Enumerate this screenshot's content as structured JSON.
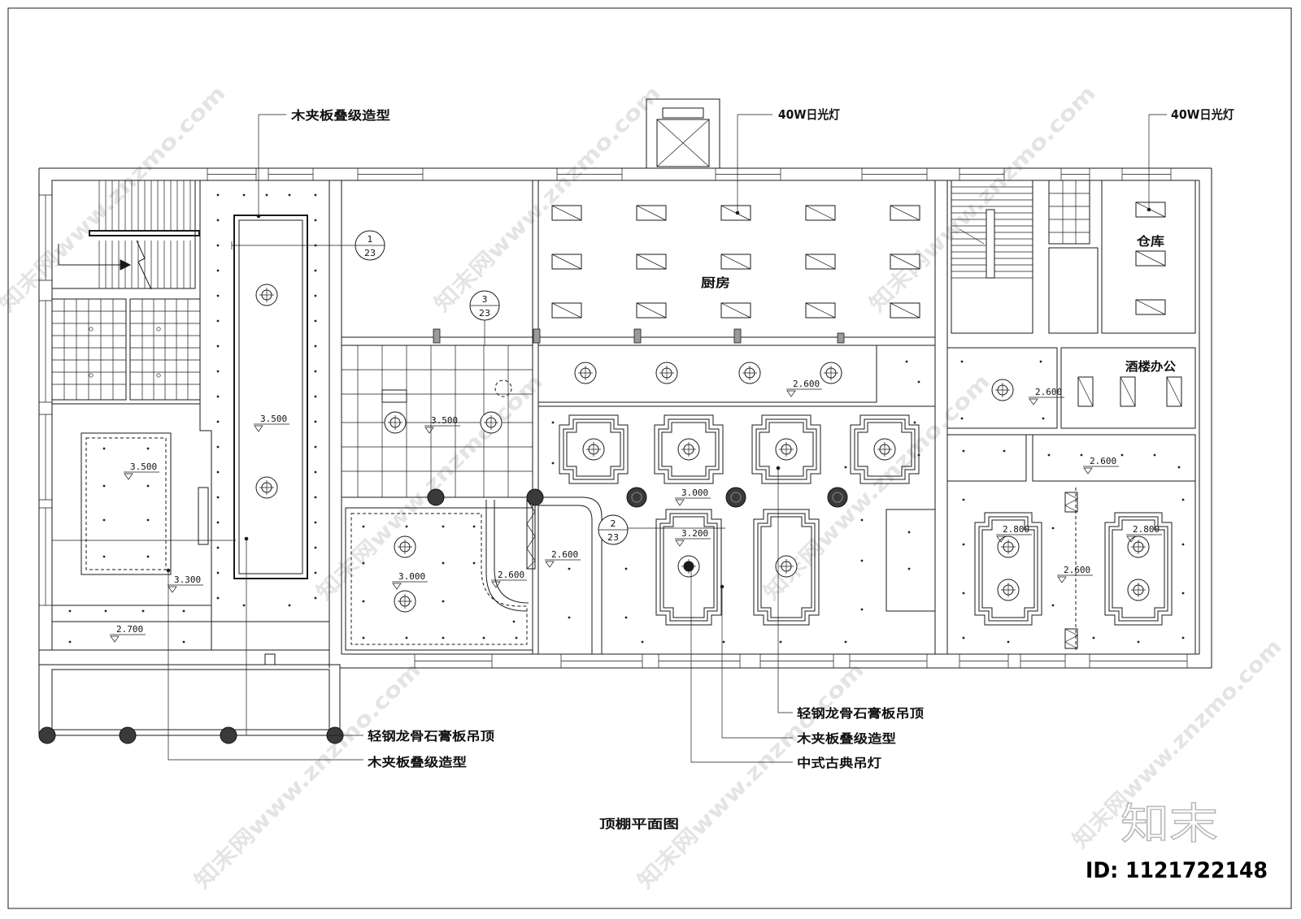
{
  "drawing": {
    "title": "顶棚平面图",
    "rooms": {
      "kitchen": "厨房",
      "storage": "仓库",
      "office": "酒楼办公"
    },
    "callouts": {
      "top_left": "木夹板叠级造型",
      "top_center": "40W日光灯",
      "top_right": "40W日光灯",
      "bottom_left_1": "轻钢龙骨石膏板吊顶",
      "bottom_left_2": "木夹板叠级造型",
      "bottom_right_1": "轻钢龙骨石膏板吊顶",
      "bottom_right_2": "木夹板叠级造型",
      "bottom_right_3": "中式古典吊灯"
    },
    "section_tags": [
      {
        "num": "1",
        "sheet": "23"
      },
      {
        "num": "3",
        "sheet": "23"
      },
      {
        "num": "2",
        "sheet": "23"
      }
    ],
    "elevations": [
      "3.500",
      "3.500",
      "3.500",
      "3.300",
      "2.700",
      "3.000",
      "2.600",
      "2.600",
      "3.000",
      "3.200",
      "2.600",
      "2.600",
      "2.600",
      "2.800",
      "2.800",
      "2.600"
    ]
  },
  "watermark": {
    "text": "知末网www.znzmo.com",
    "logo": "知末",
    "id": "ID: 1121722148"
  },
  "colors": {
    "line": "#1a1a1a",
    "background": "#ffffff",
    "watermark": "#cfcfcf"
  }
}
